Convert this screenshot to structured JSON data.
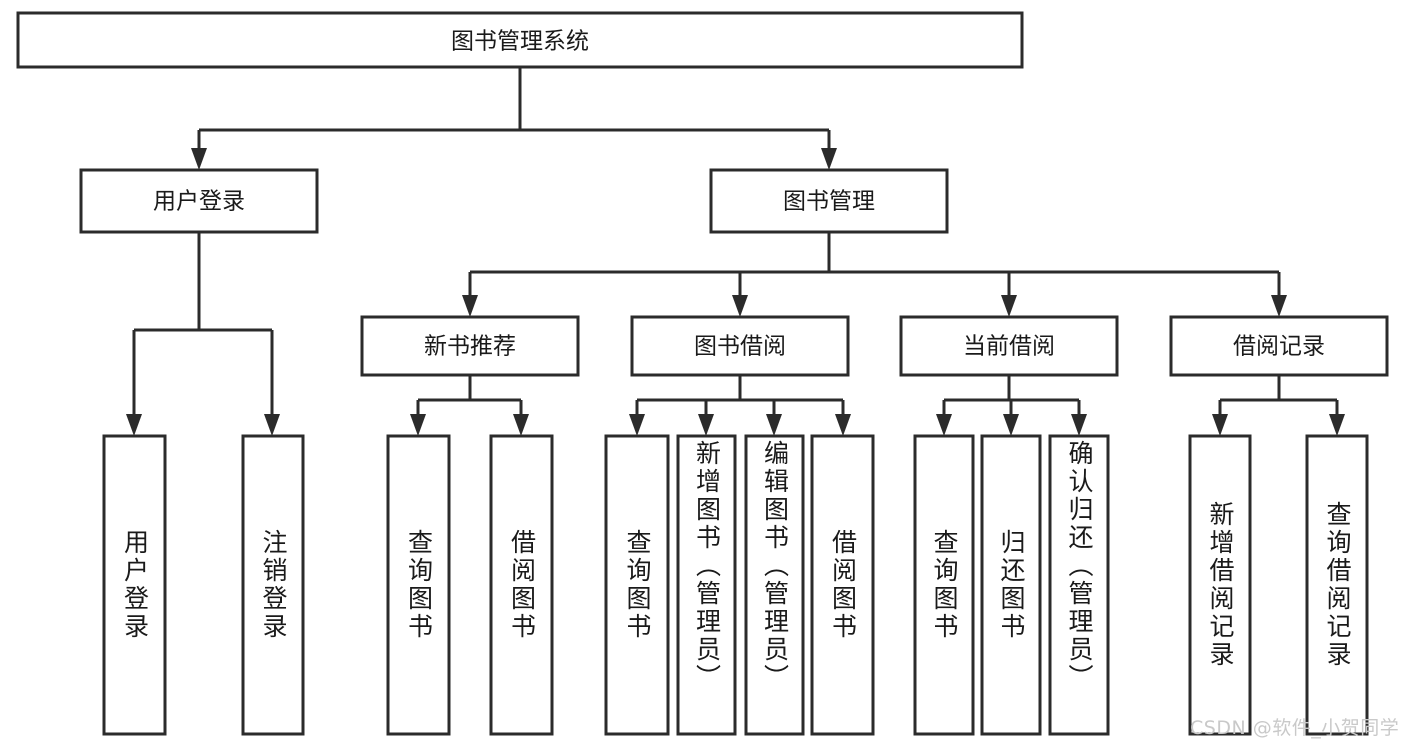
{
  "diagram": {
    "title": "图书管理系统",
    "type": "tree-hierarchy-diagram",
    "colors": {
      "stroke": "#2b2b2b",
      "fill": "#ffffff",
      "text": "#1a1a1a",
      "watermark": "#c9c9c9"
    },
    "root": {
      "label": "图书管理系统"
    },
    "level2": [
      {
        "label": "用户登录"
      },
      {
        "label": "图书管理"
      }
    ],
    "level3": [
      {
        "label": "新书推荐"
      },
      {
        "label": "图书借阅"
      },
      {
        "label": "当前借阅"
      },
      {
        "label": "借阅记录"
      }
    ],
    "leaves": {
      "user_login": [
        {
          "label": "用户登录"
        },
        {
          "label": "注销登录"
        }
      ],
      "new_book_recommend": [
        {
          "label": "查询图书"
        },
        {
          "label": "借阅图书"
        }
      ],
      "book_borrow": [
        {
          "label": "查询图书"
        },
        {
          "label": "新增图书（管理员）"
        },
        {
          "label": "编辑图书（管理员）"
        },
        {
          "label": "借阅图书"
        }
      ],
      "current_borrow": [
        {
          "label": "查询图书"
        },
        {
          "label": "归还图书"
        },
        {
          "label": "确认归还（管理员）"
        }
      ],
      "borrow_record": [
        {
          "label": "新增借阅记录"
        },
        {
          "label": "查询借阅记录"
        }
      ]
    },
    "watermark": "CSDN @软件_小贺同学"
  }
}
